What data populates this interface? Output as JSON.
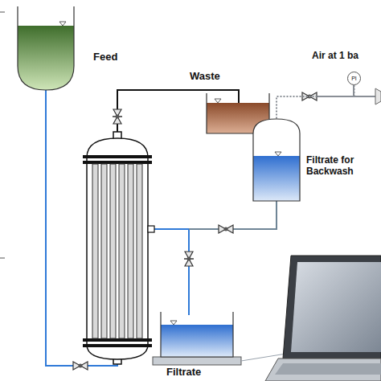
{
  "diagram": {
    "nodes": [
      {
        "text": [
          "Feed"
        ]
      },
      {
        "text": [
          "PI"
        ]
      },
      {
        "text": [
          "Waste"
        ]
      },
      {
        "text": [
          "Filtrate for Backwash"
        ]
      },
      {
        "text": [
          "Filtrate"
        ]
      }
    ],
    "edges": [
      {
        "from": 1,
        "to": 3,
        "arrow": "none"
      }
    ],
    "labels": [
      "Air at 1 ba"
    ]
  }
}
